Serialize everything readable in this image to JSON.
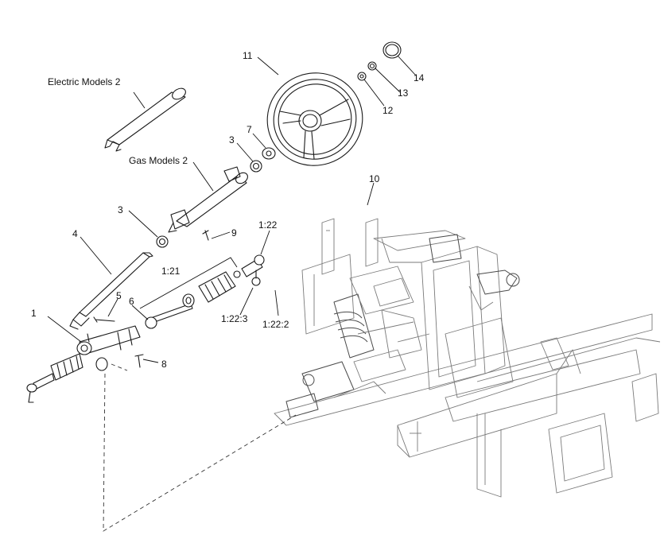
{
  "diagram": {
    "callouts": [
      {
        "id": "c1",
        "label": "1"
      },
      {
        "id": "c3a",
        "label": "3"
      },
      {
        "id": "c3b",
        "label": "3"
      },
      {
        "id": "c4",
        "label": "4"
      },
      {
        "id": "c5",
        "label": "5"
      },
      {
        "id": "c6",
        "label": "6"
      },
      {
        "id": "c7",
        "label": "7"
      },
      {
        "id": "c8",
        "label": "8"
      },
      {
        "id": "c9",
        "label": "9"
      },
      {
        "id": "c10",
        "label": "10"
      },
      {
        "id": "c11",
        "label": "11"
      },
      {
        "id": "c12",
        "label": "12"
      },
      {
        "id": "c13",
        "label": "13"
      },
      {
        "id": "c14",
        "label": "14"
      },
      {
        "id": "c121",
        "label": "1:21"
      },
      {
        "id": "c122",
        "label": "1:22"
      },
      {
        "id": "c1222",
        "label": "1:22:2"
      },
      {
        "id": "c1223",
        "label": "1:22:3"
      }
    ],
    "model_labels": {
      "electric": "Electric Models  2",
      "gas": "Gas Models 2"
    }
  }
}
